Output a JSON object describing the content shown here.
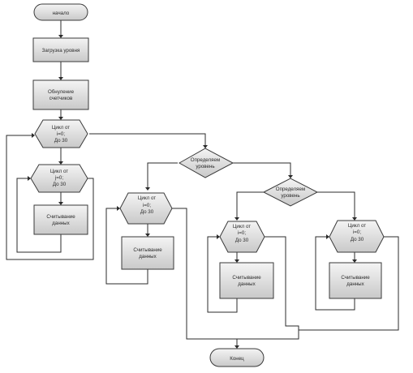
{
  "flowchart": {
    "start": "начало",
    "load_levels": "Загрузка уровня",
    "reset": [
      "Обнуление",
      "счетчиков"
    ],
    "loop_outer": [
      "Цикл от",
      "i=0;",
      "До 30"
    ],
    "loop_inner": [
      "Цикл от",
      "j=0;",
      "До 30"
    ],
    "read_left": [
      "Считывание",
      "данных"
    ],
    "decision_1": [
      "Определяем",
      "уровень"
    ],
    "loop_mid": [
      "Цикл от",
      "i=0;",
      "До 30"
    ],
    "read_mid": [
      "Считывание",
      "данных"
    ],
    "decision_2": [
      "Определяем",
      "уровень"
    ],
    "loop_r1": [
      "Цикл от",
      "i=0;",
      "До 30"
    ],
    "read_r1": [
      "Считывание",
      "данных"
    ],
    "loop_r2": [
      "Цикл от",
      "i=0;",
      "До 30"
    ],
    "read_r2": [
      "Считывание",
      "данных"
    ],
    "end": "Конец"
  }
}
